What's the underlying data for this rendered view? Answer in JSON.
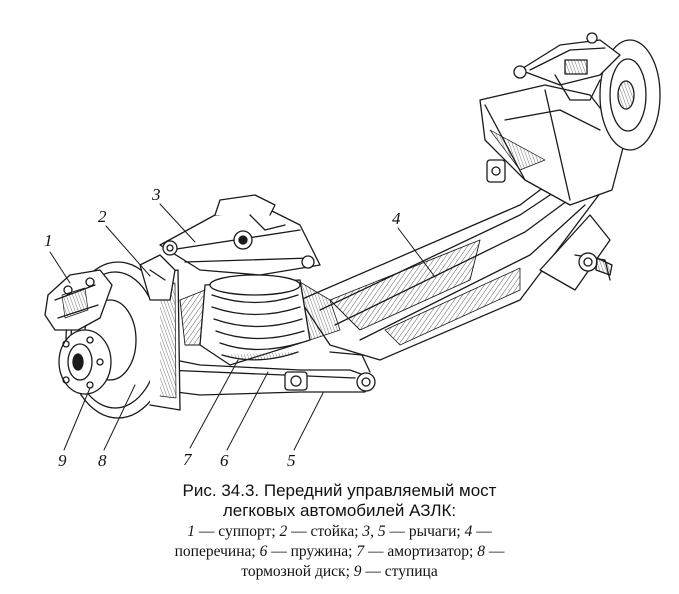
{
  "callouts": [
    {
      "num": "1",
      "name": "callout-1"
    },
    {
      "num": "2",
      "name": "callout-2"
    },
    {
      "num": "3",
      "name": "callout-3"
    },
    {
      "num": "4",
      "name": "callout-4"
    },
    {
      "num": "9",
      "name": "callout-9"
    },
    {
      "num": "8",
      "name": "callout-8"
    },
    {
      "num": "7",
      "name": "callout-7"
    },
    {
      "num": "6",
      "name": "callout-6"
    },
    {
      "num": "5",
      "name": "callout-5"
    }
  ],
  "caption": {
    "title_line1": "Рис. 34.3.  Передний управляемый мост",
    "title_line2": "легковых автомобилей АЗЛК:",
    "legend_line1": {
      "n1": "1",
      "t1": " — суппорт; ",
      "n2": "2",
      "t2": " — стойка; ",
      "n3": "3",
      "t3": ", ",
      "n4": "5",
      "t4": " — рычаги; ",
      "n5": "4",
      "t5": " —"
    },
    "legend_line2": {
      "t0": "поперечина; ",
      "n1": "6",
      "t1": " — пружина; ",
      "n2": "7",
      "t2": " — амортизатор; ",
      "n3": "8",
      "t3": " —"
    },
    "legend_line3": {
      "t0": "тормозной диск; ",
      "n1": "9",
      "t1": " — ступица"
    }
  },
  "colors": {
    "ink": "#1a1a1a",
    "paper": "#ffffff"
  }
}
